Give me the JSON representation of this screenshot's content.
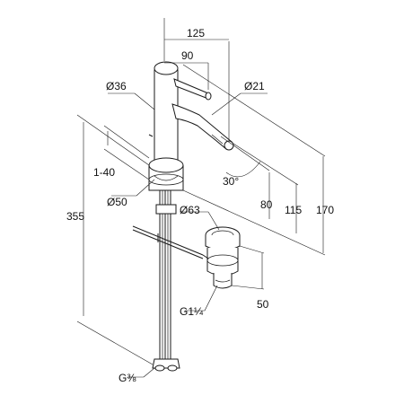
{
  "labels": {
    "w125": "125",
    "w90": "90",
    "d36": "Ø36",
    "d21": "Ø21",
    "range140": "1-40",
    "d50": "Ø50",
    "angle30": "30°",
    "h80": "80",
    "h115": "115",
    "h170": "170",
    "h355": "355",
    "d63": "Ø63",
    "h50": "50",
    "g114": "G1¼",
    "g38": "G⅜"
  },
  "colors": {
    "line": "#1a1a1a",
    "background": "#ffffff"
  }
}
